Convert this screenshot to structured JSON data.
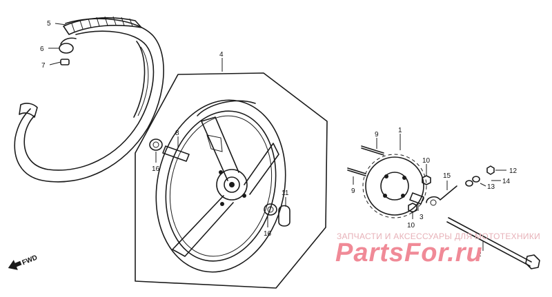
{
  "callouts": [
    {
      "id": "c5",
      "text": "5"
    },
    {
      "id": "c6",
      "text": "6"
    },
    {
      "id": "c7",
      "text": "7"
    },
    {
      "id": "c4",
      "text": "4"
    },
    {
      "id": "c8",
      "text": "8"
    },
    {
      "id": "c16a",
      "text": "16"
    },
    {
      "id": "c11",
      "text": "11"
    },
    {
      "id": "c16b",
      "text": "16"
    },
    {
      "id": "c1",
      "text": "1"
    },
    {
      "id": "c9a",
      "text": "9"
    },
    {
      "id": "c9b",
      "text": "9"
    },
    {
      "id": "c10a",
      "text": "10"
    },
    {
      "id": "c10b",
      "text": "10"
    },
    {
      "id": "c3",
      "text": "3"
    },
    {
      "id": "c15",
      "text": "15"
    },
    {
      "id": "c12",
      "text": "12"
    },
    {
      "id": "c13",
      "text": "13"
    },
    {
      "id": "c14",
      "text": "14"
    },
    {
      "id": "c2",
      "text": "2"
    }
  ],
  "direction_label": "FWD",
  "watermark": {
    "tagline": "ЗАПЧАСТИ И АКСЕССУАРЫ ДЛЯ МОТОТЕХНИКИ",
    "logo": "PartsFor.ru"
  },
  "colors": {
    "ink": "#1a1a1a",
    "watermark": "#f08a97"
  }
}
